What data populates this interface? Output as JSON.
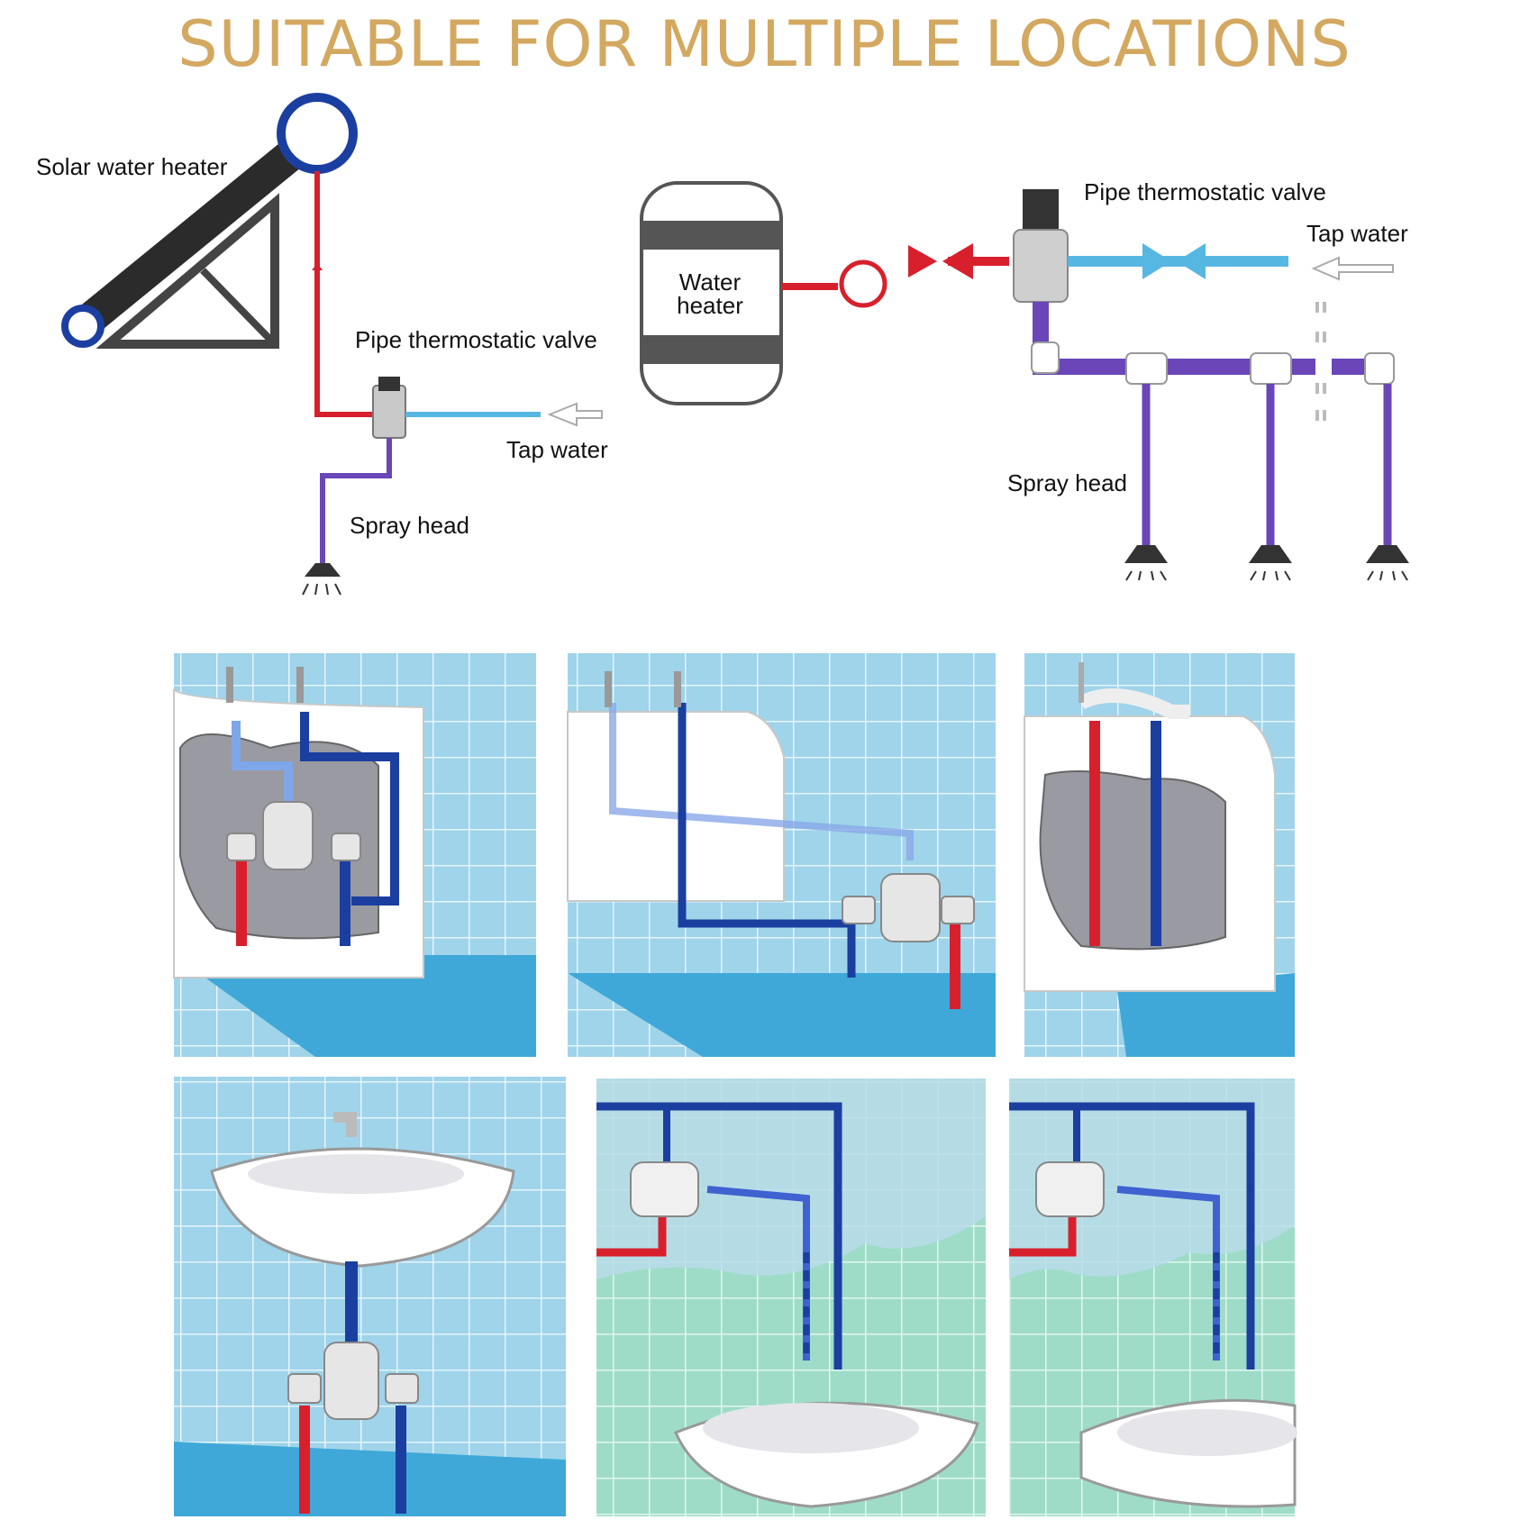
{
  "title": "SUITABLE FOR MULTIPLE LOCATIONS",
  "labels": {
    "solar_heater": "Solar water heater",
    "valve_left": "Pipe thermostatic valve",
    "tap_left": "Tap water",
    "spray_left": "Spray head",
    "water_heater_1": "Water",
    "water_heater_2": "heater",
    "valve_right": "Pipe thermostatic valve",
    "tap_right": "Tap water",
    "spray_right": "Spray head"
  },
  "colors": {
    "title": "#d3a860",
    "hot": "#d8202c",
    "cold": "#57b7e3",
    "mixed": "#6a46b8",
    "pipe_blue": "#1b3fa0",
    "tile_blue": "#9fd4ea",
    "tile_green": "#9fdcc8",
    "floor": "#3fa8d8"
  },
  "scenes": [
    "bathtub-under-panel",
    "bathtub-wall-mounted",
    "shower-tub",
    "washbasin-under-mount",
    "washbasin-wall-left",
    "washbasin-wall-right"
  ]
}
